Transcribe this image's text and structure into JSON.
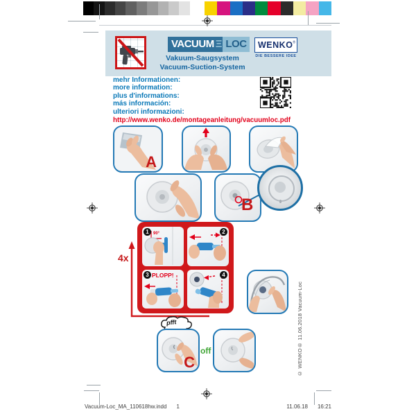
{
  "calibration": {
    "grayscale": [
      "#000000",
      "#141414",
      "#2c2c2c",
      "#454545",
      "#606060",
      "#7c7c7c",
      "#979797",
      "#b2b2b2",
      "#cacaca",
      "#e3e3e3",
      "#ffffff"
    ],
    "colors": [
      "#f8d200",
      "#d6147e",
      "#1a6fc4",
      "#2b2e87",
      "#008b3e",
      "#e5002a",
      "#2b2b2b",
      "#f3eca2",
      "#f5a3c3",
      "#45b7e8"
    ]
  },
  "header": {
    "brand_vacuum": "VACUUM",
    "brand_sep": "Ξ",
    "brand_loc": "LOC",
    "subtitle_de": "Vakuum-Saugsystem",
    "subtitle_en": "Vacuum-Suction-System",
    "wenko": "WENKO",
    "wenko_reg": "®",
    "wenko_tagline": "DIE BESSERE IDEE"
  },
  "info": {
    "lines": [
      "mehr Informationen:",
      "more information:",
      "plus d'informations:",
      "más información:",
      "ulteriori informazioni:"
    ],
    "url": "http://www.wenko.de/montageanleitung/vacuumloc.pdf"
  },
  "steps": {
    "a": "A",
    "b": "B",
    "c": "C",
    "repeat": "4x",
    "angle": "90°",
    "plopp": "PLOPP!",
    "pfft": "pfft",
    "off": "off",
    "numbers": [
      "1",
      "2",
      "3",
      "4"
    ]
  },
  "footer": {
    "file": "Vacuum-Loc_MA_110618hw.indd",
    "page": "1",
    "date": "11.06.18",
    "time": "16:21",
    "copyright": "© WENKO® 11.06.2018 Vacuum-Loc"
  }
}
